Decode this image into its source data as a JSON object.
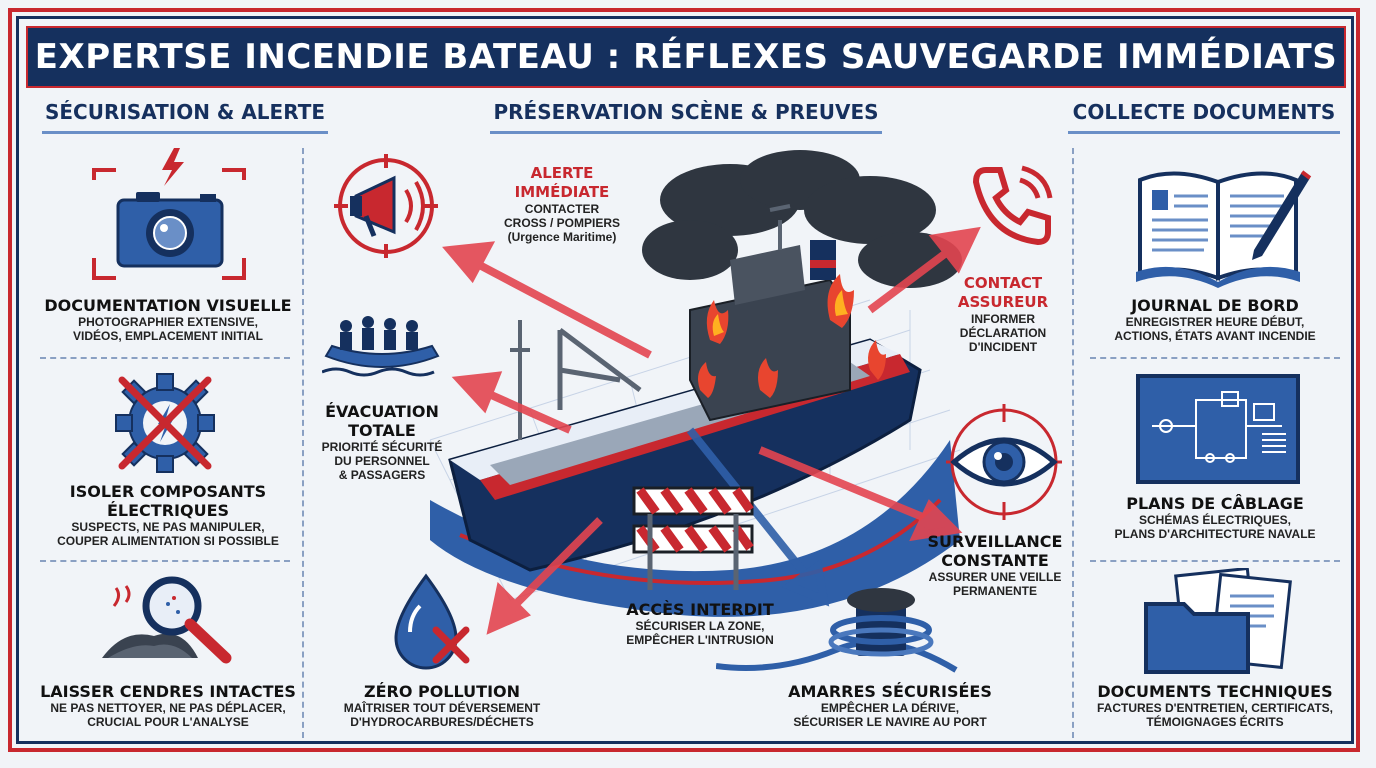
{
  "title": "EXPERTSE INCENDIE BATEAU : RÉFLEXES SAUVEGARDE IMMÉDIATS",
  "columns": {
    "left": "SÉCURISATION & ALERTE",
    "center": "PRÉSERVATION SCÈNE & PREUVES",
    "right": "COLLECTE DOCUMENTS"
  },
  "left_items": [
    {
      "title": "DOCUMENTATION VISUELLE",
      "desc": "PHOTOGRAPHIER EXTENSIVE,\nVIDÉOS, EMPLACEMENT INITIAL",
      "icon": "camera-icon"
    },
    {
      "title": "ISOLER COMPOSANTS\nÉLECTRIQUES",
      "desc": "SUSPECTS, NE PAS MANIPULER,\nCOUPER ALIMENTATION SI POSSIBLE",
      "icon": "crossed-gear-icon"
    },
    {
      "title": "LAISSER CENDRES INTACTES",
      "desc": "NE PAS NETTOYER, NE PAS DÉPLACER,\nCRUCIAL POUR L'ANALYSE",
      "icon": "magnifier-ashes-icon"
    }
  ],
  "center_items": {
    "alerte": {
      "title": "ALERTE\nIMMÉDIATE",
      "desc": "CONTACTER\nCROSS / POMPIERS\n(Urgence Maritime)",
      "icon": "megaphone-icon"
    },
    "assureur": {
      "title": "CONTACT\nASSUREUR",
      "desc": "INFORMER\nDÉCLARATION\nD'INCIDENT",
      "icon": "phone-icon"
    },
    "evacuation": {
      "title": "ÉVACUATION\nTOTALE",
      "desc": "PRIORITÉ SÉCURITÉ\nDU PERSONNEL\n& PASSAGERS",
      "icon": "lifeboat-icon"
    },
    "surveillance": {
      "title": "SURVEILLANCE\nCONSTANTE",
      "desc": "ASSURER UNE VEILLE\nPERMANENTE",
      "icon": "eye-icon"
    },
    "acces": {
      "title": "ACCÈS INTERDIT",
      "desc": "SÉCURISER LA ZONE,\nEMPÊCHER L'INTRUSION",
      "icon": "barrier-icon"
    },
    "pollution": {
      "title": "ZÉRO POLLUTION",
      "desc": "MAÎTRISER TOUT DÉVERSEMENT\nD'HYDROCARBURES/DÉCHETS",
      "icon": "drop-icon"
    },
    "amarres": {
      "title": "AMARRES SÉCURISÉES",
      "desc": "EMPÊCHER LA DÉRIVE,\nSÉCURISER LE NAVIRE AU PORT",
      "icon": "bollard-icon"
    }
  },
  "right_items": [
    {
      "title": "JOURNAL DE BORD",
      "desc": "ENREGISTRER HEURE DÉBUT,\nACTIONS, ÉTATS AVANT INCENDIE",
      "icon": "logbook-icon"
    },
    {
      "title": "PLANS DE CÂBLAGE",
      "desc": "SCHÉMAS ÉLECTRIQUES,\nPLANS D'ARCHITECTURE NAVALE",
      "icon": "blueprint-icon"
    },
    {
      "title": "DOCUMENTS TECHNIQUES",
      "desc": "FACTURES D'ENTRETIEN, CERTIFICATS,\nTÉMOIGNAGES ÉCRITS",
      "icon": "folder-icon"
    }
  ],
  "colors": {
    "navy": "#15305e",
    "red": "#c8282f",
    "blue": "#2f5fa8"
  }
}
